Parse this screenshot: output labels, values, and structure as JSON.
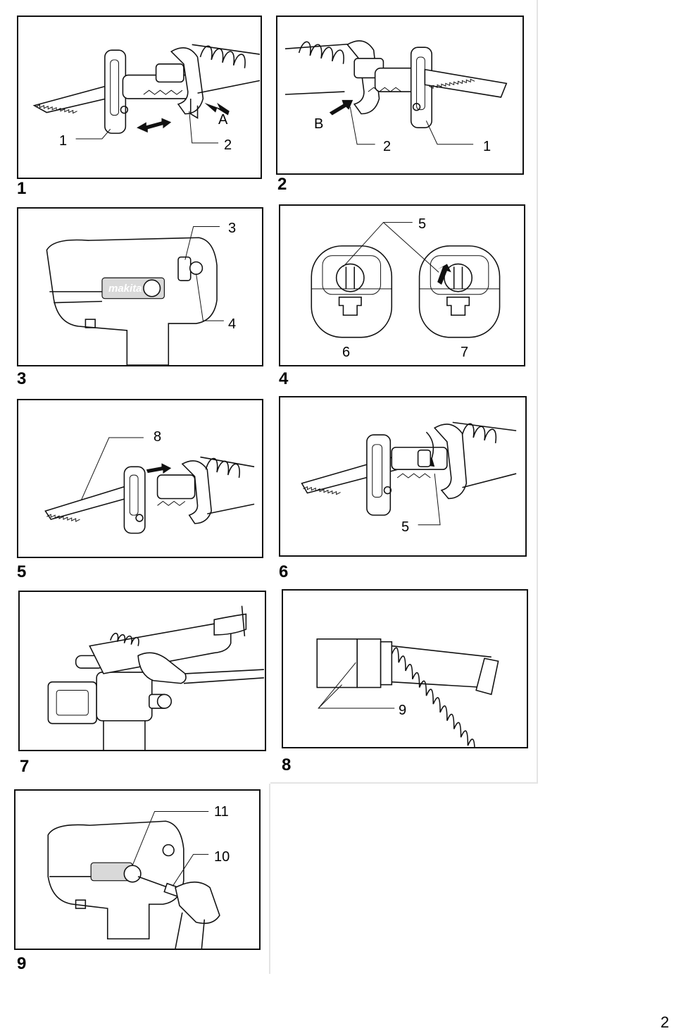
{
  "figures": [
    {
      "number": "1",
      "callouts": [
        "1",
        "2",
        "A"
      ]
    },
    {
      "number": "2",
      "callouts": [
        "B",
        "2",
        "1"
      ]
    },
    {
      "number": "3",
      "callouts": [
        "3",
        "4"
      ]
    },
    {
      "number": "4",
      "callouts": [
        "5",
        "6",
        "7"
      ]
    },
    {
      "number": "5",
      "callouts": [
        "8"
      ]
    },
    {
      "number": "6",
      "callouts": [
        "5"
      ]
    },
    {
      "number": "7",
      "callouts": []
    },
    {
      "number": "8",
      "callouts": [
        "9"
      ]
    },
    {
      "number": "9",
      "callouts": [
        "11",
        "10"
      ]
    }
  ],
  "brand_mark": "makita",
  "page_number": "2"
}
